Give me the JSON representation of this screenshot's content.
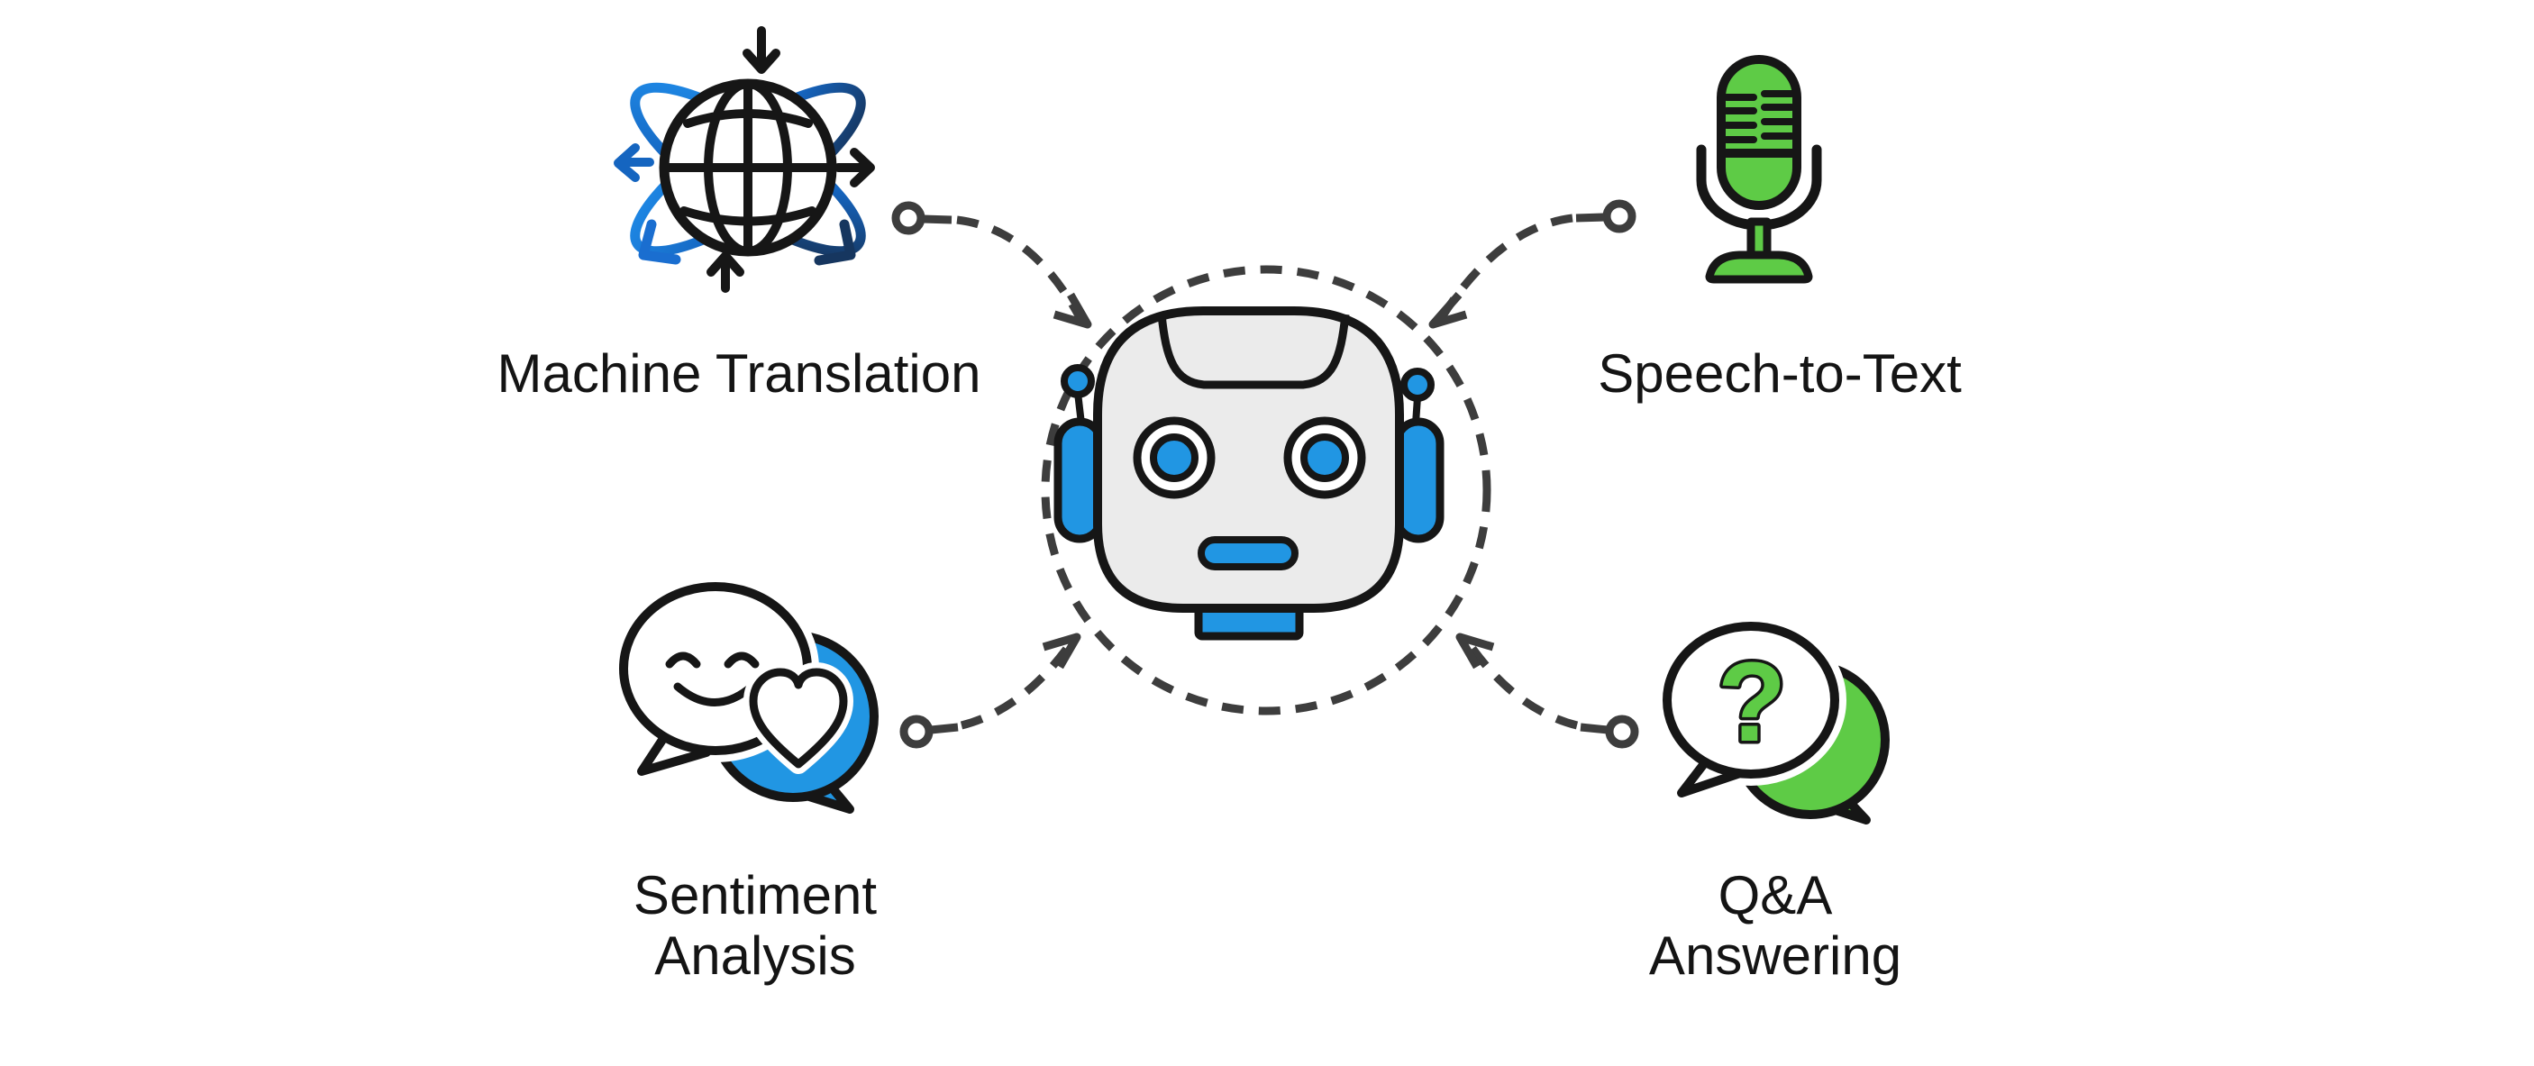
{
  "figure": {
    "type": "diagram",
    "description": "Chatbot robot head at center of dashed circle, linked by dashed arrows to four NLP capability icons"
  },
  "labels": {
    "machine_translation": "Machine Translation",
    "speech_to_text": "Speech-to-Text",
    "sentiment_line1": "Sentiment",
    "sentiment_line2": "Analysis",
    "qa_line1": "Q&A",
    "qa_line2": "Answering",
    "question_mark": "?"
  },
  "icons": {
    "machine_translation": "globe-orbit-arrows-icon",
    "speech_to_text": "microphone-icon",
    "sentiment_analysis": "smiley-heart-chat-bubbles-icon",
    "qa_answering": "question-mark-chat-bubbles-icon",
    "center": "robot-head-icon"
  },
  "colors": {
    "blue": "#2196e3",
    "green": "#5ecb46",
    "orbit-blue": "#1565c0",
    "orbit-navy": "#16365f",
    "outline": "#161616",
    "line-gray": "#3d3d3d",
    "head-gray": "#ebebeb",
    "bg": "#ffffff"
  }
}
